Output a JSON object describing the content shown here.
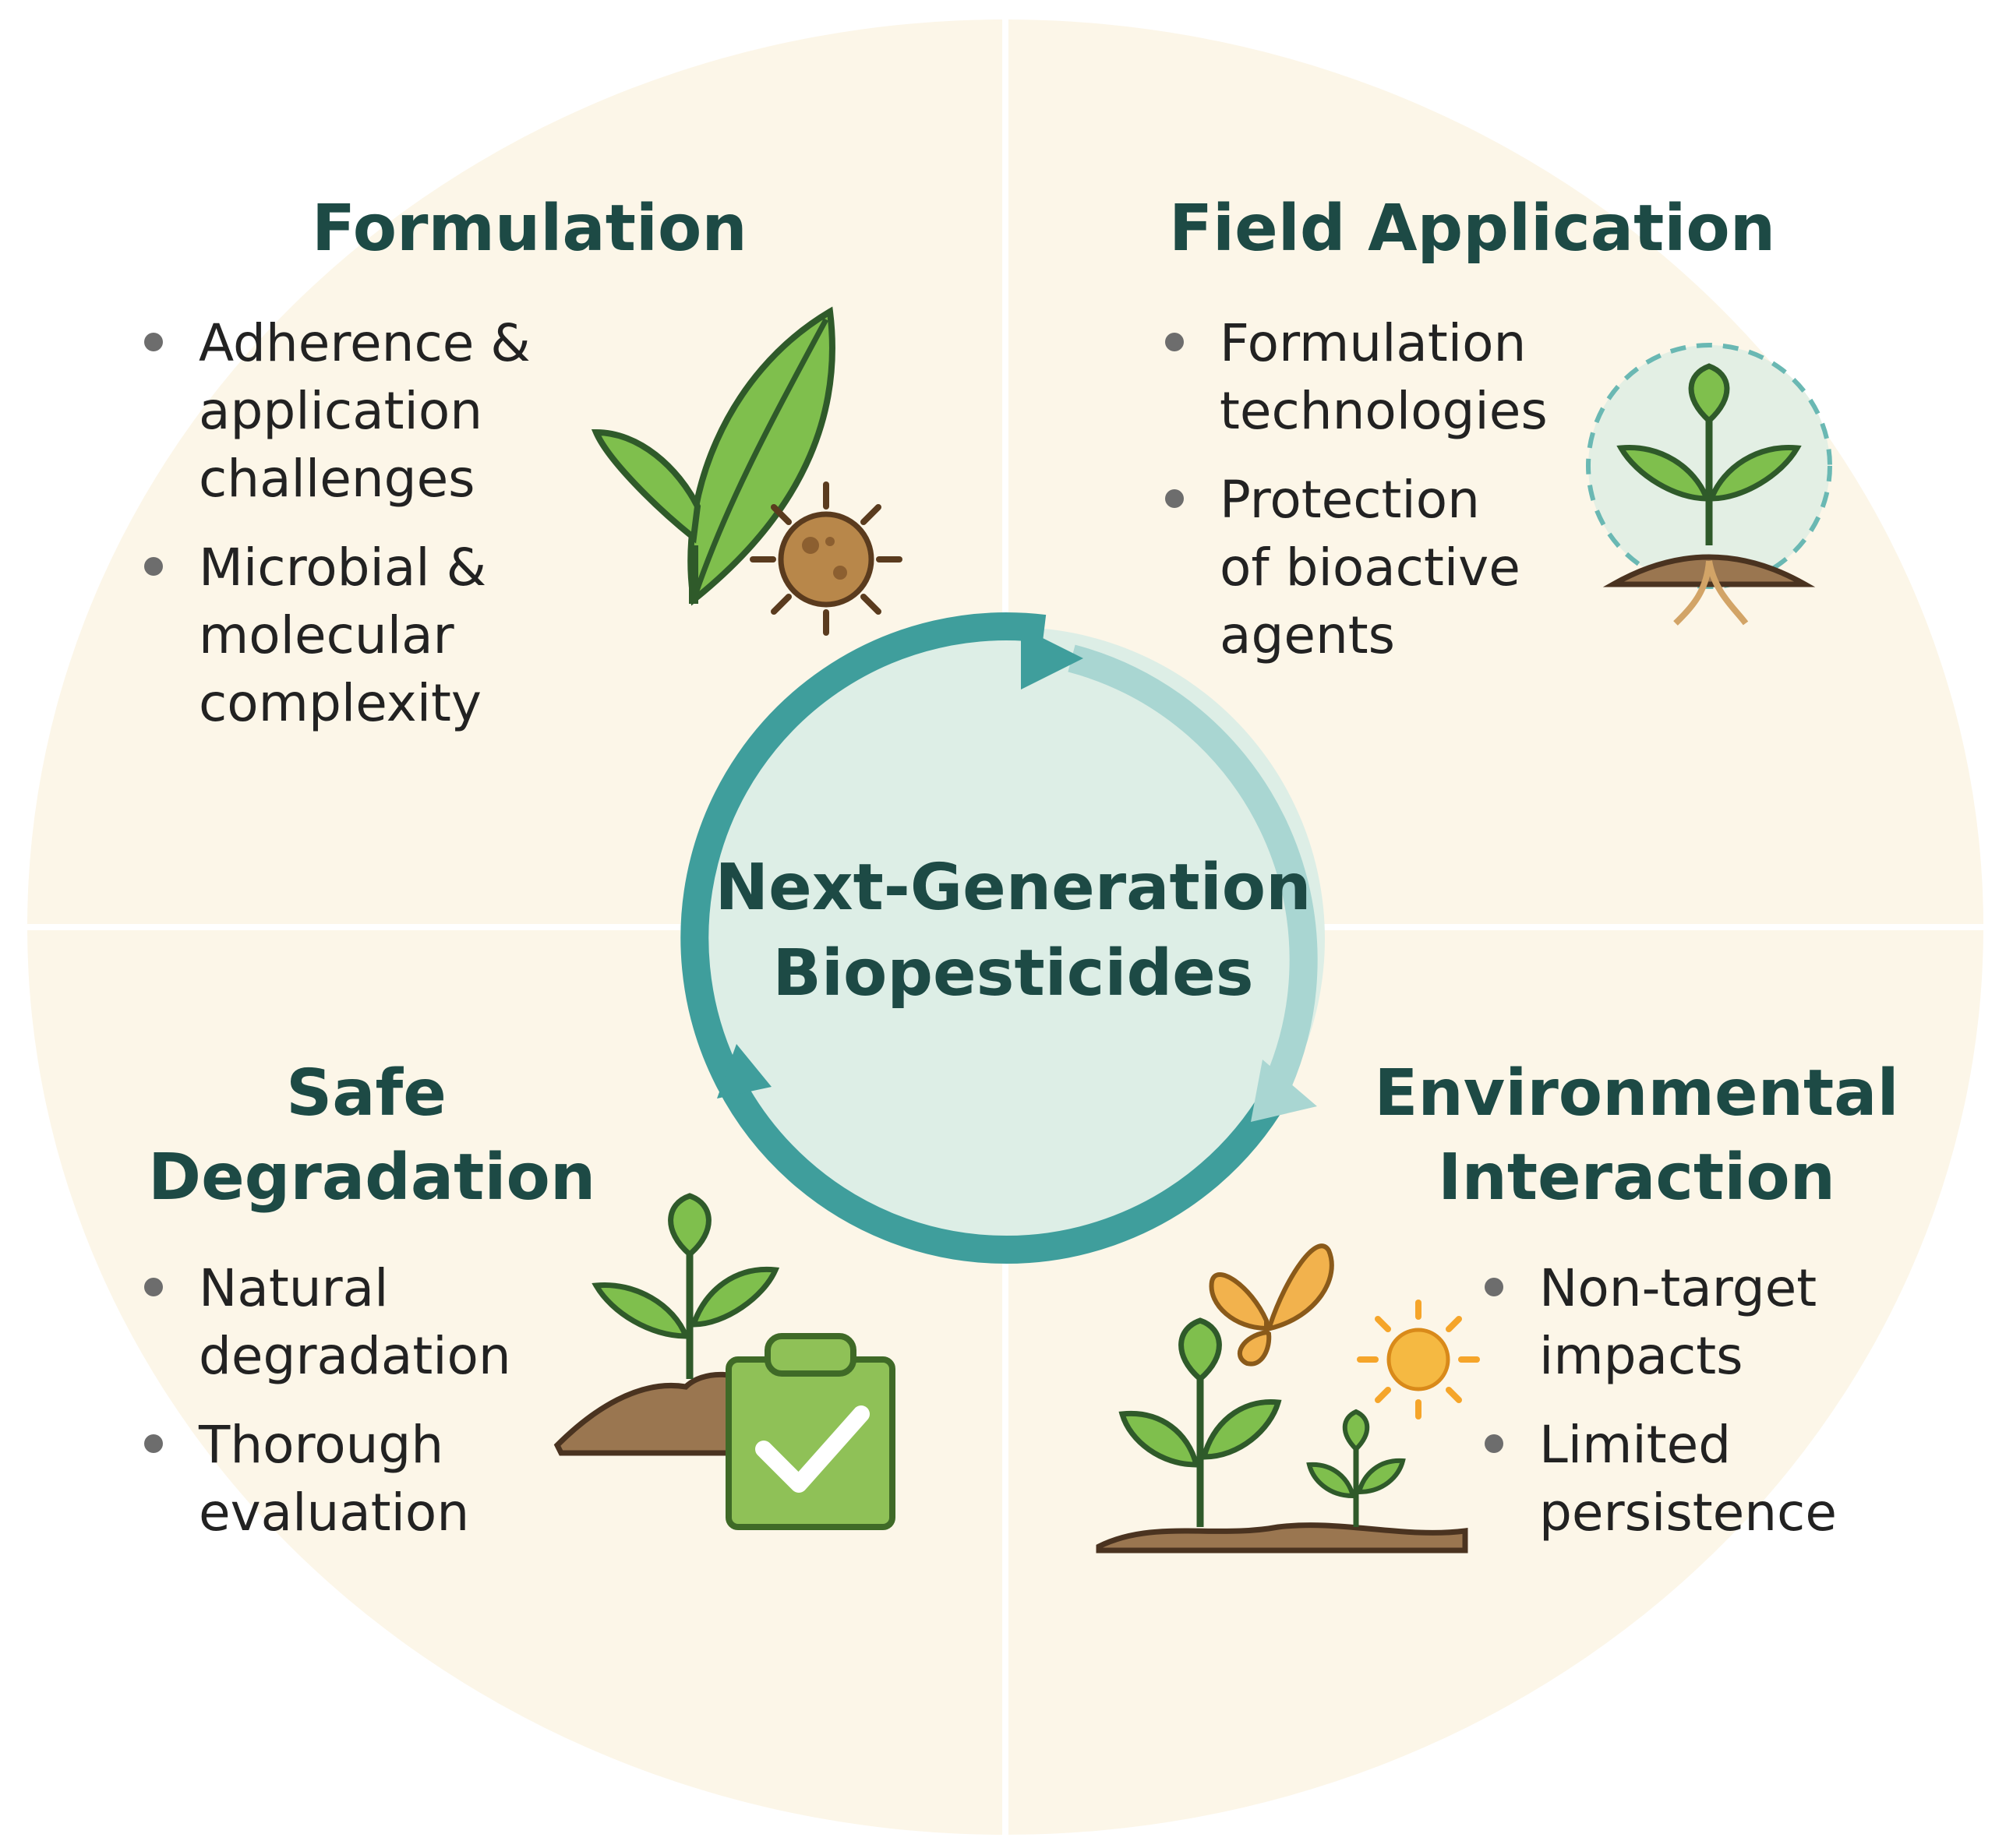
{
  "center": {
    "title": "Next-Generation\nBiopesticides"
  },
  "quadrants": {
    "formulation": {
      "title": "Formulation",
      "bullets": [
        "Adherence &\napplication\nchallenges",
        "Microbial &\nmolecular\ncomplexity"
      ]
    },
    "field_application": {
      "title": "Field Application",
      "bullets": [
        "Formulation\ntechnologies",
        "Protection\nof bioactive\nagents"
      ]
    },
    "safe_degradation": {
      "title": "Safe\nDegradation",
      "bullets": [
        "Natural\ndegradation",
        "Thorough\nevaluation"
      ]
    },
    "environmental_interaction": {
      "title": "Environmental\nInteraction",
      "bullets": [
        "Non-target\nimpacts",
        "Limited\npersistence"
      ]
    }
  },
  "colors": {
    "panel": "#fcf6e8",
    "divider": "#ffffff",
    "title": "#1d4a45",
    "cycle_dark": "#3f9e9c",
    "cycle_light": "#a9d6d2",
    "center_fill": "#ddeee6",
    "leaf": "#7fbf4d",
    "soil": "#9a7650",
    "sun": "#f5b942"
  },
  "icons": [
    "leaf-icon",
    "microbe-icon",
    "seedling-bubble-icon",
    "sprout-soil-icon",
    "clipboard-check-icon",
    "butterfly-icon",
    "sun-icon",
    "plants-soil-icon"
  ]
}
